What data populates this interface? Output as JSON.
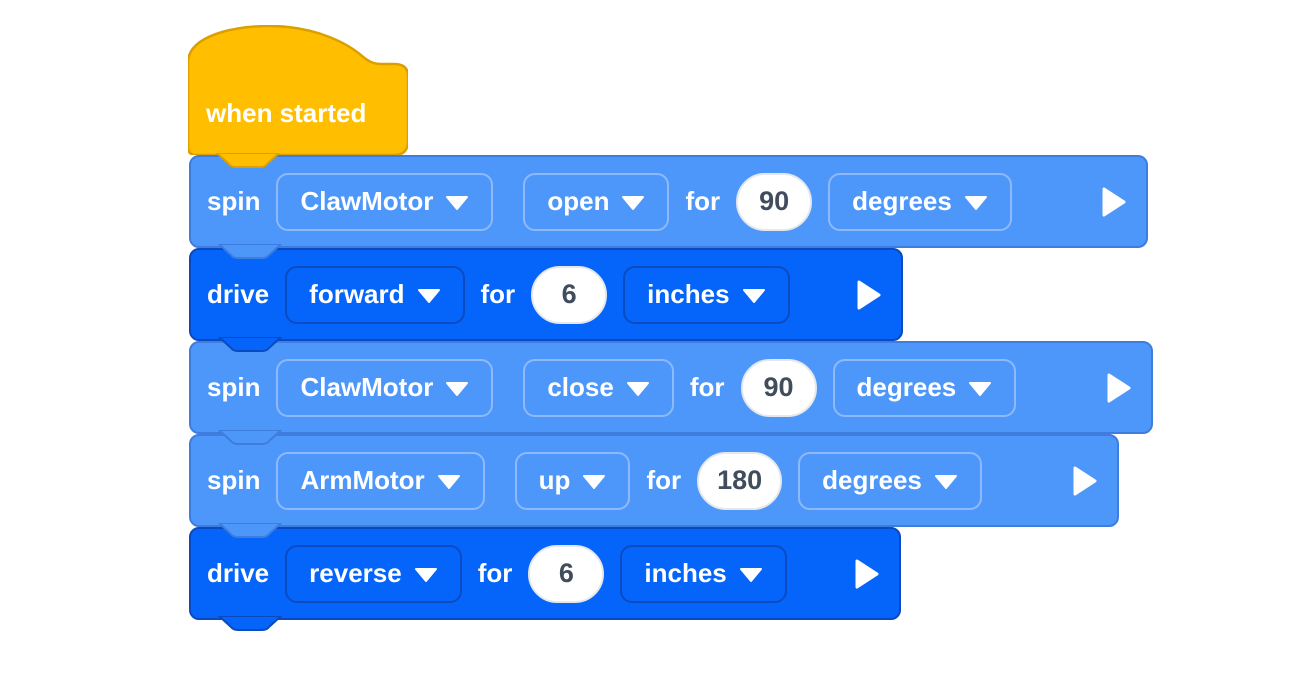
{
  "palette": {
    "canvas_background": "#FFFFFF",
    "hat_fill": "#FFBF00",
    "hat_border": "#DBA000",
    "motor_block_fill": "#4D97FB",
    "motor_block_border": "#3E7CDE",
    "motor_dropdown_border": "#8FB9FC",
    "drivetrain_block_fill": "#0565FA",
    "drivetrain_block_border": "#0B49BE",
    "drivetrain_dropdown_border": "#0C4BBF",
    "value_field_fill": "#FFFFFF",
    "value_text_color": "#414C5C",
    "label_text_color": "#FFFFFF"
  },
  "icons": {
    "dropdown_caret": "caret-down",
    "expand_arrow": "triangle-right"
  },
  "blocks": [
    {
      "id": "hat",
      "type": "event",
      "label": "when started"
    },
    {
      "id": "spin-claw-open",
      "type": "motor",
      "verb": "spin",
      "motor": "ClawMotor",
      "direction": "open",
      "for_label": "for",
      "value": "90",
      "unit": "degrees"
    },
    {
      "id": "drive-forward",
      "type": "drivetrain",
      "verb": "drive",
      "direction": "forward",
      "for_label": "for",
      "value": "6",
      "unit": "inches"
    },
    {
      "id": "spin-claw-close",
      "type": "motor",
      "verb": "spin",
      "motor": "ClawMotor",
      "direction": "close",
      "for_label": "for",
      "value": "90",
      "unit": "degrees"
    },
    {
      "id": "spin-arm-up",
      "type": "motor",
      "verb": "spin",
      "motor": "ArmMotor",
      "direction": "up",
      "for_label": "for",
      "value": "180",
      "unit": "degrees"
    },
    {
      "id": "drive-reverse",
      "type": "drivetrain",
      "verb": "drive",
      "direction": "reverse",
      "for_label": "for",
      "value": "6",
      "unit": "inches"
    }
  ]
}
